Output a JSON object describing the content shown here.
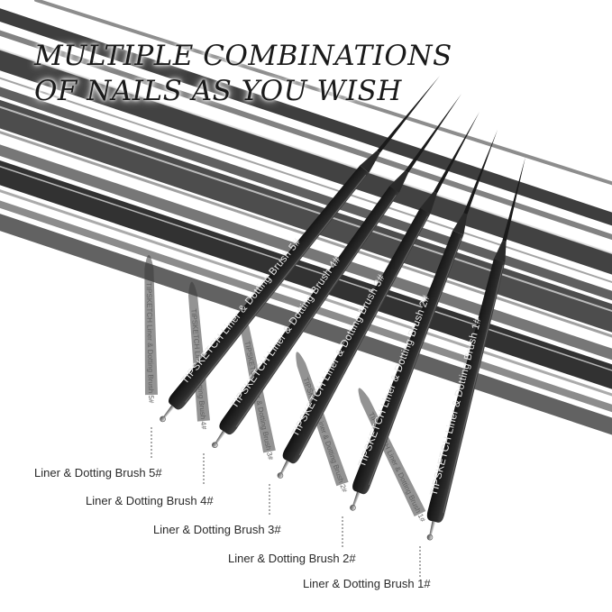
{
  "headline": {
    "line1": "MULTIPLE COMBINATIONS",
    "line2": "OF NAILS AS YOU WISH"
  },
  "brush_imprint": [
    "TIPSKETCH Liner & Dotting Brush 5#",
    "TIPSKETCH Liner & Dotting Brush 4#",
    "TIPSKETCH Liner & Dotting Brush 3#",
    "TIPSKETCH Liner & Dotting Brush 2#",
    "TIPSKETCH Liner & Dotting Brush 1#"
  ],
  "callouts": [
    "Liner & Dotting Brush 5#",
    "Liner & Dotting Brush 4#",
    "Liner & Dotting Brush 3#",
    "Liner & Dotting Brush 2#",
    "Liner & Dotting Brush 1#"
  ],
  "colors": {
    "background": "#ffffff",
    "brush_body": "#2b2b2b",
    "reflection": "#3a3a3a",
    "text_dark": "#1a1a1a",
    "imprint_text": "#e8e8e8"
  }
}
